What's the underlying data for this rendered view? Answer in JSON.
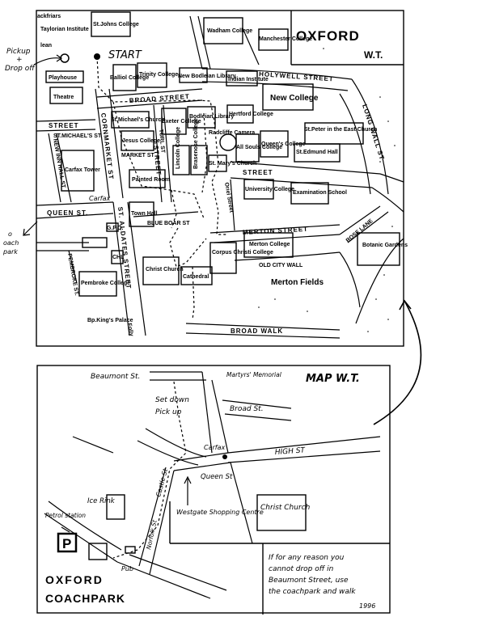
{
  "upper_map": {
    "title": "OXFORD",
    "subtitle": "W.T.",
    "margin_notes": {
      "pickup": "Pickup",
      "plus": "+",
      "dropoff": "Drop off",
      "to": "o",
      "coach": "oach",
      "park": "park"
    },
    "start_label": "START",
    "streets": {
      "holywell": "HOLYWELL STREET",
      "broad": "BROAD STREET",
      "long_wall": "LONG WALL ST",
      "street_left": "STREET",
      "st_michaels": "ST.MICHAEL'S ST",
      "new_inn_hall": "NEW INN HALL ST",
      "cornmarket": "CORNMARKET ST",
      "turl": "TURL ST",
      "market": "MARKET ST",
      "high": "STREET",
      "queen": "QUEEN ST.",
      "carfax": "Carfax",
      "st_aldates": "ST. ALDATES STREET",
      "blue_boar": "BLUE BOAR ST",
      "pembroke": "PEMBROKE ST.",
      "merton": "MERTON STREET",
      "old_city_wall": "OLD CITY WALL",
      "rose_lane": "ROSE LANE",
      "broad_walk": "BROAD WALK",
      "folly": "Folly",
      "oriel": "Oriel Street",
      "castle": "STREET"
    },
    "buildings": {
      "blackfriars": "ackfriars",
      "taylorian": "Taylorian Institute",
      "lean": "lean",
      "st_johns": "St.Johns College",
      "wadham": "Wadham College",
      "manchester": "Manchester College",
      "playhouse": "Playhouse",
      "balliol": "Balliol College",
      "trinity": "Trinity College",
      "bodleian_new": "New Bodleian Library",
      "indian": "Indian Institute",
      "new_college": "New College",
      "theatre": "Theatre",
      "st_michaels_church": "St.Michael's Church",
      "exeter": "Exeter College",
      "bodleian": "Bodleian Library",
      "hertford": "Hertford College",
      "st_peter": "St.Peter in the East Church",
      "jesus": "Jesus College",
      "radcliffe": "Radcliffe Camera",
      "all_souls": "All Souls College",
      "queens": "Queen's College",
      "st_edmund": "St.Edmund Hall",
      "lincoln": "Lincoln College",
      "brasenose": "Brasenose College",
      "st_marys": "St. Mary's Church",
      "carfax_tower": "Carfax Tower",
      "painted_room": "Painted Room",
      "university": "University College",
      "exam_school": "Examination School",
      "town_hall": "Town Hall",
      "gpo": "G.P.O.",
      "botanic": "Botanic Gardens",
      "merton_college": "Merton College",
      "corpus": "Corpus Christi College",
      "christ_church": "Christ Church",
      "cathedral": "Cathedral",
      "chl": "CHL",
      "pembroke": "Pembroke College",
      "merton_fields": "Merton Fields",
      "bp_kings": "Bp.King's Palace"
    }
  },
  "lower_map": {
    "title": "MAP W.T.",
    "labels": {
      "beaumont": "Beaumont St.",
      "martyrs": "Martyrs' Memorial",
      "broad": "Broad St.",
      "set_down": "Set down",
      "pick_up": "Pick up",
      "carfax": "Carfax",
      "high": "HIGH ST",
      "queen": "Queen St",
      "ice_rink": "Ice Rink",
      "castle": "Castle St",
      "norfolk": "Norfolk St",
      "westgate": "Westgate Shopping Centre",
      "christ_church": "Christ Church",
      "petrol": "Petrol station",
      "parking": "P",
      "pub": "Pub",
      "coachpark_1": "OXFORD",
      "coachpark_2": "COACHPARK"
    },
    "note": [
      "If for any reason you",
      "cannot drop off in",
      "Beaumont Street, use",
      "the coachpark and walk"
    ],
    "year": "1996"
  }
}
